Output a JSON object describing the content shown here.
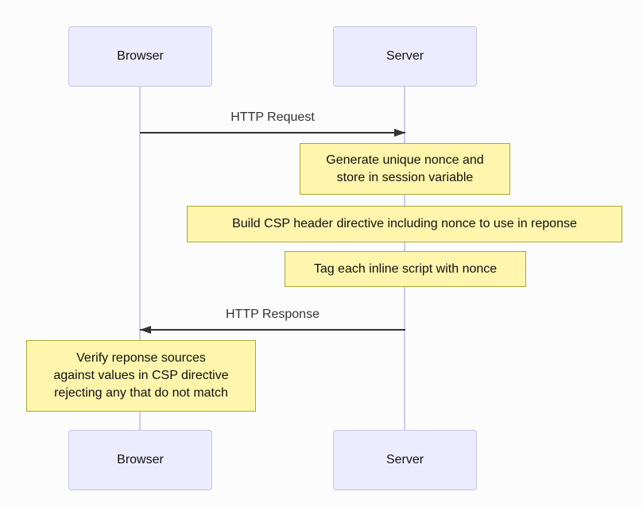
{
  "diagram": {
    "type": "sequence-diagram",
    "background_color": "#fcfcfc",
    "colors": {
      "actor_fill": "#ECECFF",
      "actor_border": "#c9c3e6",
      "lifeline": "#d2cbea",
      "note_fill": "#fff5ad",
      "note_border": "#aaaa33",
      "arrow": "#333333"
    },
    "actors": {
      "browser": "Browser",
      "server": "Server"
    },
    "messages": [
      {
        "label": "HTTP Request",
        "from": "Browser",
        "to": "Server",
        "direction": "right"
      },
      {
        "label": "HTTP Response",
        "from": "Server",
        "to": "Browser",
        "direction": "left"
      }
    ],
    "notes": [
      {
        "over": "Server",
        "lines": [
          "Generate unique nonce and",
          "store in session variable"
        ]
      },
      {
        "over": "Server",
        "lines": [
          "Build CSP header directive including nonce to use in reponse"
        ]
      },
      {
        "over": "Server",
        "lines": [
          "Tag each inline script with nonce"
        ]
      },
      {
        "over": "Browser",
        "lines": [
          "Verify reponse sources",
          "against values in CSP directive",
          "rejecting any that do not match"
        ]
      }
    ]
  }
}
